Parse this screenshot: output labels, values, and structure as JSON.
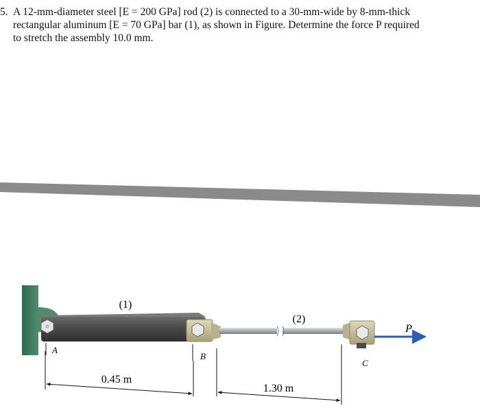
{
  "problem": {
    "number": "5.",
    "line1": "A 12-mm-diameter steel [E = 200 GPa] rod (2) is connected to a 30-mm-wide by 8-mm-thick",
    "line2": "rectangular aluminum [E = 70 GPa] bar (1), as shown in Figure. Determine the force P required",
    "line3": "to stretch the assembly 10.0 mm."
  },
  "figure": {
    "label_bar1": "(1)",
    "label_rod2": "(2)",
    "point_a": "A",
    "point_b": "B",
    "point_c": "C",
    "force": "P",
    "dim_bar1": "0.45 m",
    "dim_rod2": "1.30 m",
    "colors": {
      "wall": "#3f7b5f",
      "bar": "#4a4a4a",
      "rod": "#b5b8bb",
      "clevis": "#c9c39c",
      "arrow": "#2a5fb0",
      "divider": "#8a8a8a"
    }
  }
}
